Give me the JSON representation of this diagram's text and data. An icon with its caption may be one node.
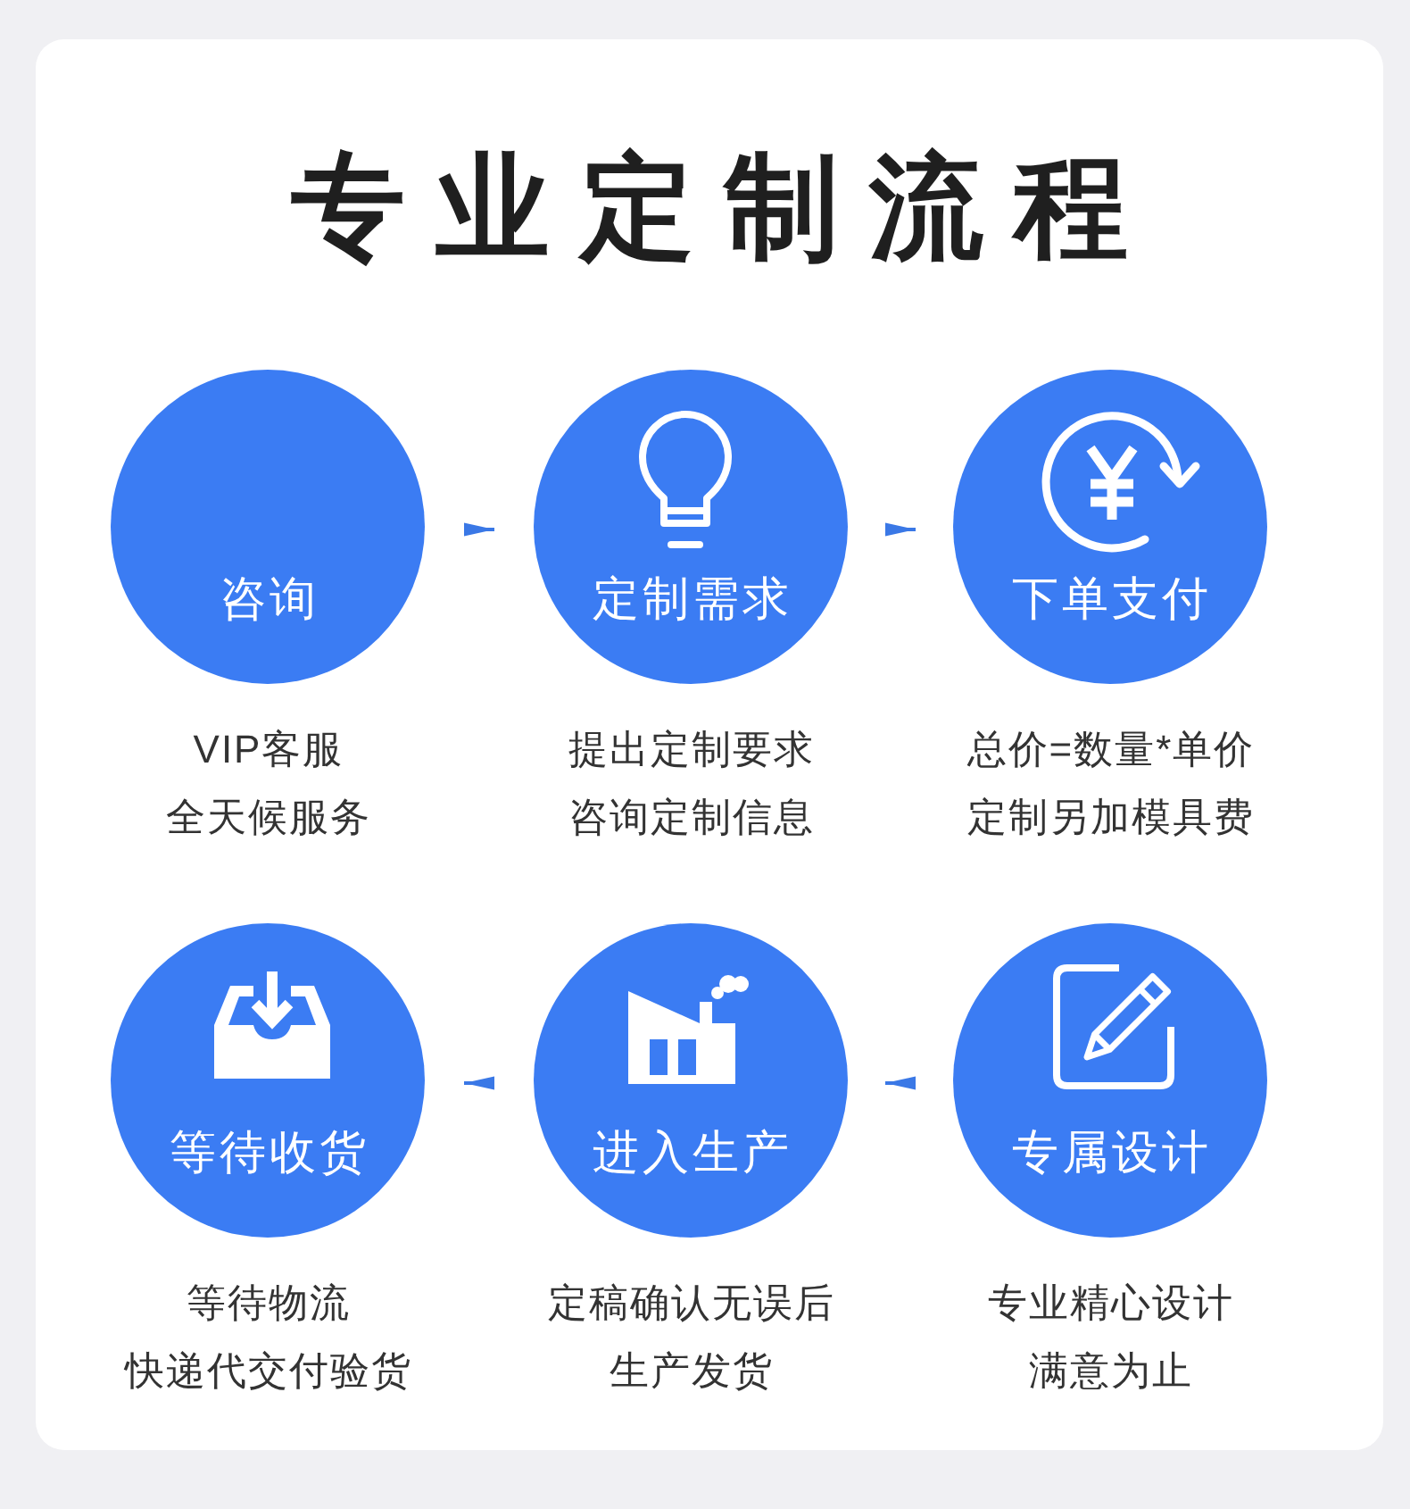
{
  "diagram": {
    "title": "专业定制流程",
    "nodes": [
      {
        "text": [
          "咨询"
        ],
        "beside": [
          "VIP客服",
          "全天候服务"
        ]
      },
      {
        "text": [
          "定制需求"
        ],
        "beside": [
          "提出定制要求",
          "咨询定制信息"
        ]
      },
      {
        "text": [
          "下单支付"
        ],
        "beside": [
          "总价=数量*单价",
          "定制另加模具费"
        ]
      },
      {
        "text": [
          "等待收货"
        ],
        "beside": [
          "等待物流",
          "快递代交付验货"
        ]
      },
      {
        "text": [
          "进入生产"
        ],
        "beside": [
          "定稿确认无误后",
          "生产发货"
        ]
      },
      {
        "text": [
          "专属设计"
        ],
        "beside": [
          "专业精心设计",
          "满意为止"
        ]
      }
    ],
    "edges": [
      {
        "from": 0,
        "to": 1,
        "arrow": "to"
      },
      {
        "from": 1,
        "to": 2,
        "arrow": "to"
      },
      {
        "from": 5,
        "to": 4,
        "arrow": "to"
      },
      {
        "from": 4,
        "to": 3,
        "arrow": "to"
      }
    ]
  }
}
